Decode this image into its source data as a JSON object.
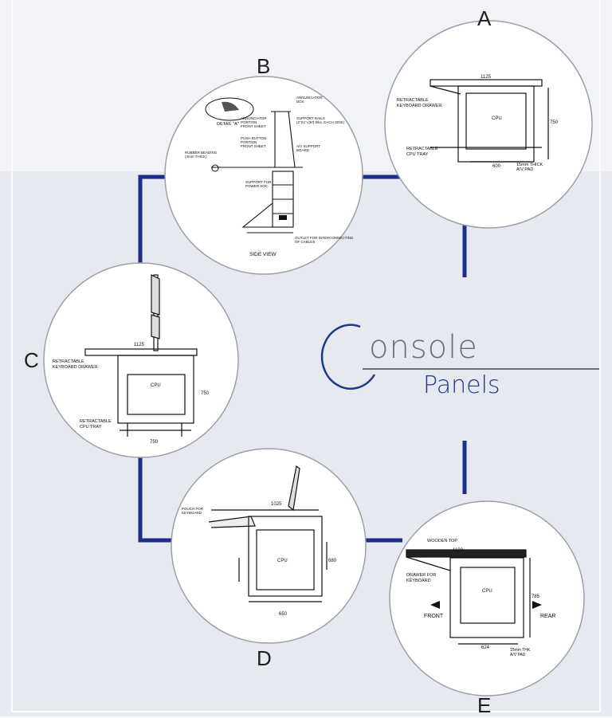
{
  "title": {
    "line1": "onsole",
    "line2": "Panels"
  },
  "colors": {
    "connector": "#1b2f8a",
    "circle_fill": "#ffffff",
    "circle_stroke": "#9aa0aa",
    "title_gray": "#6a6f7a",
    "title_blue": "#1d3a8a"
  },
  "panels": {
    "A": {
      "letter": "A",
      "width_dim": "1125",
      "height_dim": "750",
      "bottom_dim": "600",
      "labels": {
        "drawer": "RETRACTABLE\nKEYBOARD DRAWER",
        "tray": "RETRACTABLE\nCPU TRAY",
        "pad": "15mm THICK\nA/V PAD",
        "cpu": "CPU"
      }
    },
    "B": {
      "letter": "B",
      "caption": "SIDE VIEW",
      "detail": "DETAIL \"A\"",
      "labels": {
        "annunciator": "ANNUNCIATOR\nPORTION\nFRONT SHEET",
        "push_button": "PUSH BUTTON\nPORTION\nFRONT SHEET",
        "support_rails": "SUPPORT RAILS\n(2\"X1\"-(3#) thks. EACH SIDE)",
        "av_support": "A/V SUPPORT\nBOARD",
        "rubber": "RUBBER BEADING\n(3mm THICK)",
        "power": "SUPPORT FOR\nPOWER SOC.",
        "outlet": "OUTLET FOR INTERCONNECTING\nOF CABLES",
        "annunciator_box": "ANNUNCIATOR\nBOX"
      }
    },
    "C": {
      "letter": "C",
      "width_dim": "1125",
      "height_dim": "750",
      "bottom_dim": "750",
      "labels": {
        "drawer": "RETRACTABLE\nKEYBOARD DRAWER",
        "tray": "RETRACTABLE\nCPU TRAY",
        "cpu": "CPU"
      }
    },
    "D": {
      "letter": "D",
      "width_dim": "1025",
      "height_dim": "680",
      "bottom_dim": "650",
      "labels": {
        "pouch": "POUCH FOR\nKEYBOARD",
        "cpu": "CPU"
      }
    },
    "E": {
      "letter": "E",
      "width_dim": "1100",
      "height_dim": "785",
      "bottom_dim": "624",
      "labels": {
        "top": "WOODEN TOP",
        "drawer": "DRAWER FOR\nKEYBOARD",
        "front": "FRONT",
        "rear": "REAR",
        "pad": "15mm THK.\nA/V PAD",
        "cpu": "CPU"
      }
    }
  }
}
